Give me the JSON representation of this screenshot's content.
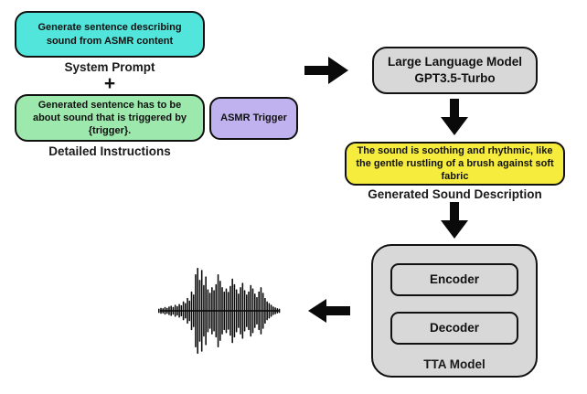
{
  "palette": {
    "cyan": "#52E5DB",
    "green": "#9DE8AC",
    "purple": "#BFB2EE",
    "yellow": "#F6EC3D",
    "gray": "#D8D8D8",
    "arrow": "#0a0a0a"
  },
  "prompt_section": {
    "system_prompt_box": "Generate sentence describing sound from ASMR content",
    "system_prompt_label": "System Prompt",
    "plus": "+",
    "instructions_box": "Generated sentence has to be about sound that is triggered by {trigger}.",
    "trigger_box": "ASMR Trigger",
    "instructions_label": "Detailed Instructions"
  },
  "llm_section": {
    "box_line1": "Large Language Model",
    "box_line2": "GPT3.5-Turbo"
  },
  "description_section": {
    "box_text": "The sound is soothing and rhythmic, like the gentle rustling of a brush against soft fabric",
    "label": "Generated Sound Description"
  },
  "tta_section": {
    "encoder": "Encoder",
    "decoder": "Decoder",
    "label": "TTA Model"
  },
  "waveform": {
    "icon": "audio-waveform",
    "amplitudes": [
      0.05,
      0.07,
      0.06,
      0.09,
      0.07,
      0.1,
      0.12,
      0.09,
      0.14,
      0.11,
      0.16,
      0.13,
      0.22,
      0.18,
      0.3,
      0.24,
      0.45,
      0.38,
      0.85,
      1.0,
      0.72,
      0.95,
      0.6,
      0.8,
      0.5,
      0.42,
      0.55,
      0.48,
      0.62,
      0.85,
      0.7,
      0.55,
      0.45,
      0.52,
      0.44,
      0.58,
      0.75,
      0.62,
      0.5,
      0.4,
      0.55,
      0.65,
      0.48,
      0.38,
      0.45,
      0.6,
      0.52,
      0.4,
      0.32,
      0.45,
      0.55,
      0.42,
      0.3,
      0.22,
      0.18,
      0.14,
      0.1,
      0.08,
      0.06,
      0.05
    ]
  }
}
